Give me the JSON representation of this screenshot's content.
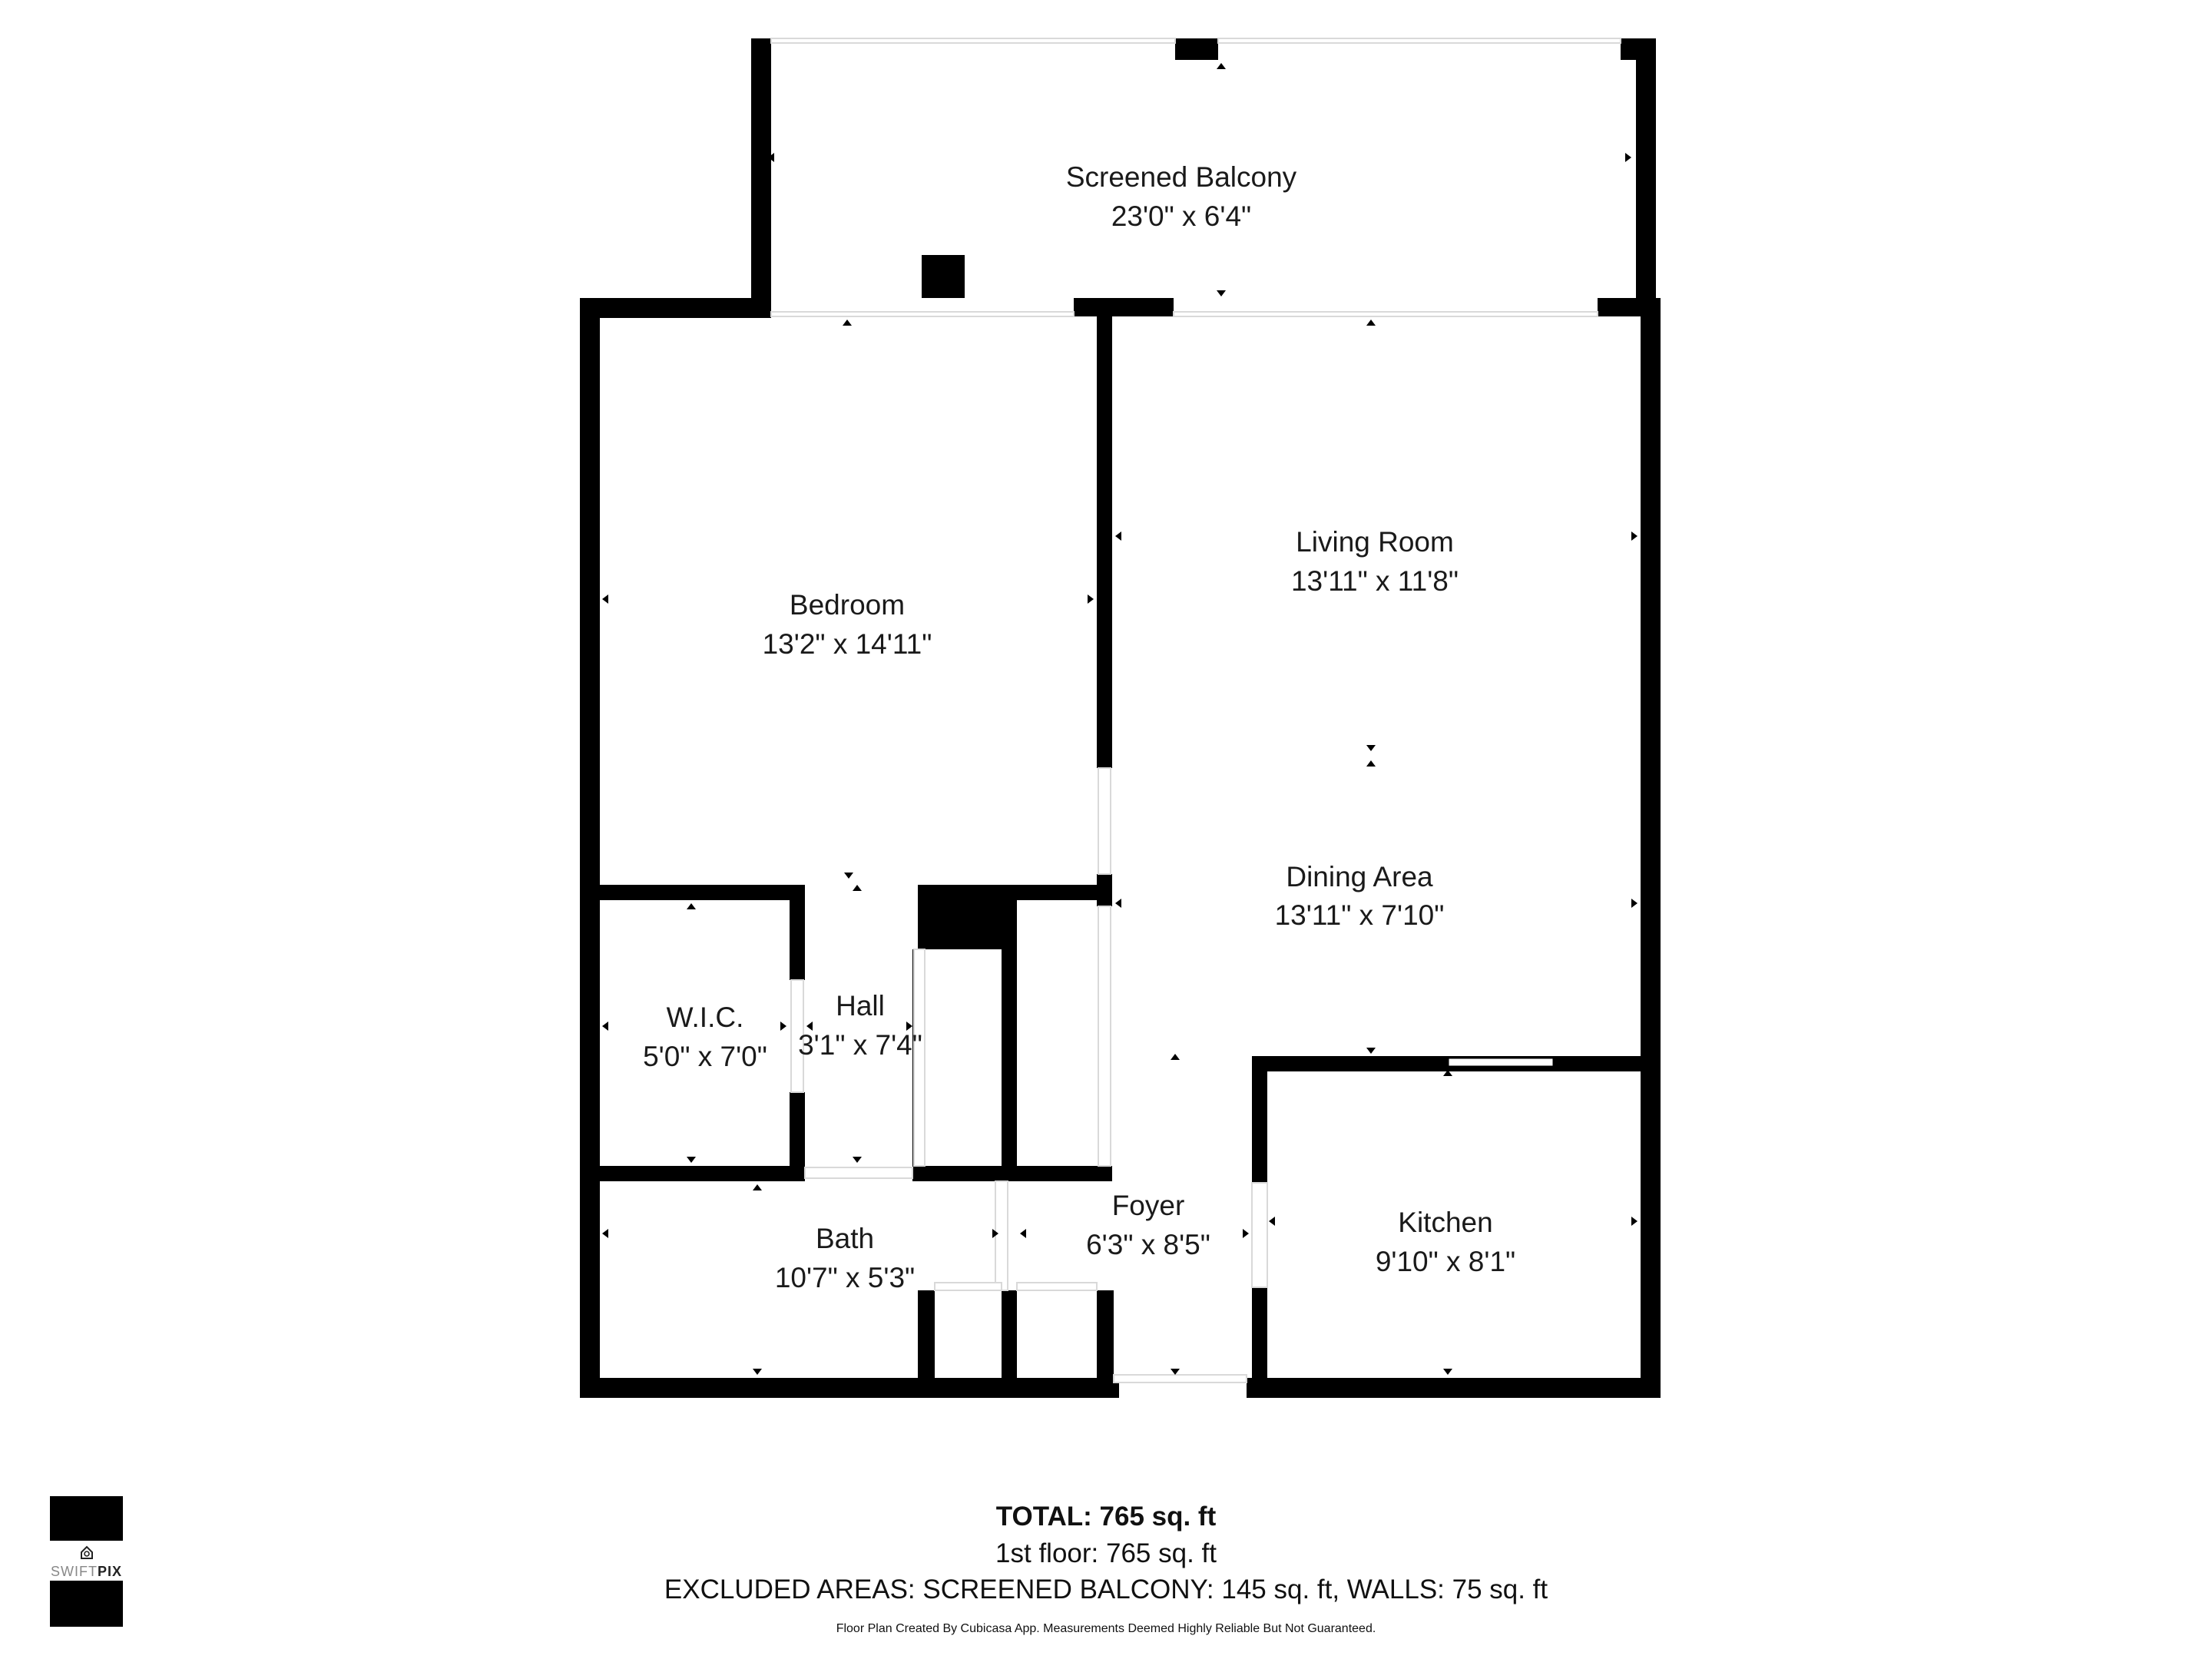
{
  "rooms": {
    "balcony": {
      "name": "Screened Balcony",
      "dim": "23'0\" x 6'4\""
    },
    "living": {
      "name": "Living Room",
      "dim": "13'11\" x 11'8\""
    },
    "bedroom": {
      "name": "Bedroom",
      "dim": "13'2\" x 14'11\""
    },
    "dining": {
      "name": "Dining Area",
      "dim": "13'11\" x 7'10\""
    },
    "wic": {
      "name": "W.I.C.",
      "dim": "5'0\" x 7'0\""
    },
    "hall": {
      "name": "Hall",
      "dim": "3'1\" x 7'4\""
    },
    "foyer": {
      "name": "Foyer",
      "dim": "6'3\" x 8'5\""
    },
    "kitchen": {
      "name": "Kitchen",
      "dim": "9'10\" x 8'1\""
    },
    "bath": {
      "name": "Bath",
      "dim": "10'7\" x 5'3\""
    }
  },
  "summary": {
    "total": "TOTAL: 765 sq. ft",
    "floor": "1st floor: 765 sq. ft",
    "excluded": "EXCLUDED AREAS: SCREENED BALCONY: 145 sq. ft, WALLS: 75 sq. ft",
    "disclaimer": "Floor Plan Created By Cubicasa App. Measurements Deemed Highly Reliable But Not Guaranteed."
  },
  "logo": {
    "brand_light": "SWIFT",
    "brand_bold": "PIX"
  },
  "colors": {
    "wall": "#000000",
    "background": "#ffffff"
  }
}
